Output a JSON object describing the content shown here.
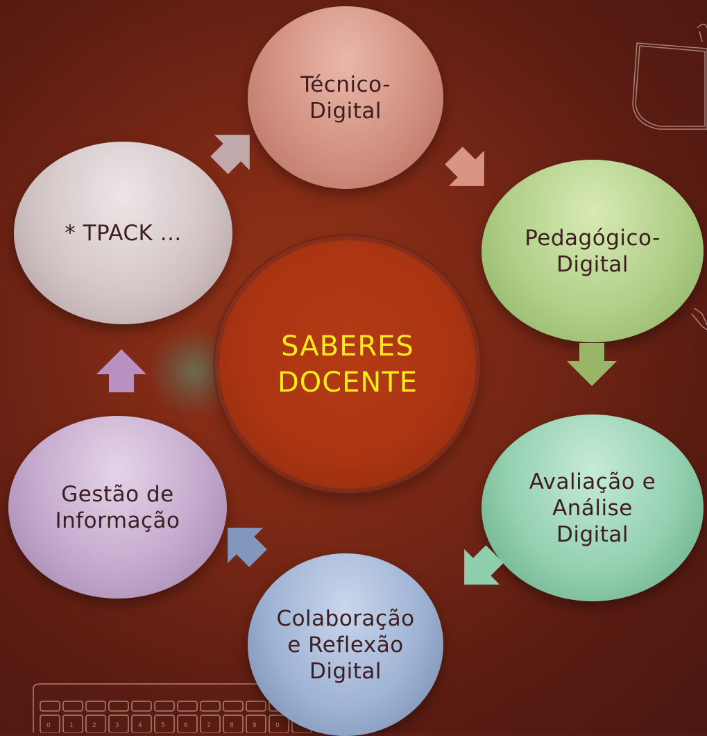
{
  "center": {
    "title": "SABERES\nDOCENTE"
  },
  "nodes": [
    {
      "id": "tecnico",
      "label": "Técnico-\nDigital"
    },
    {
      "id": "pedagogico",
      "label": "Pedagógico-\nDigital"
    },
    {
      "id": "avaliacao",
      "label": "Avaliação e\nAnálise\nDigital"
    },
    {
      "id": "colaboracao",
      "label": "Colaboração\ne Reflexão\nDigital"
    },
    {
      "id": "gestao",
      "label": "Gestão de\nInformação"
    },
    {
      "id": "tpack",
      "label": "* TPACK ..."
    }
  ],
  "keyboard_keys": [
    "0",
    "1",
    "2",
    "3",
    "4",
    "5",
    "6",
    "7",
    "8",
    "9",
    "0",
    "-"
  ],
  "colors": {
    "text_center": "#f5ec1a",
    "text_nodes": "#3c1e20",
    "background": "#6b2215"
  }
}
